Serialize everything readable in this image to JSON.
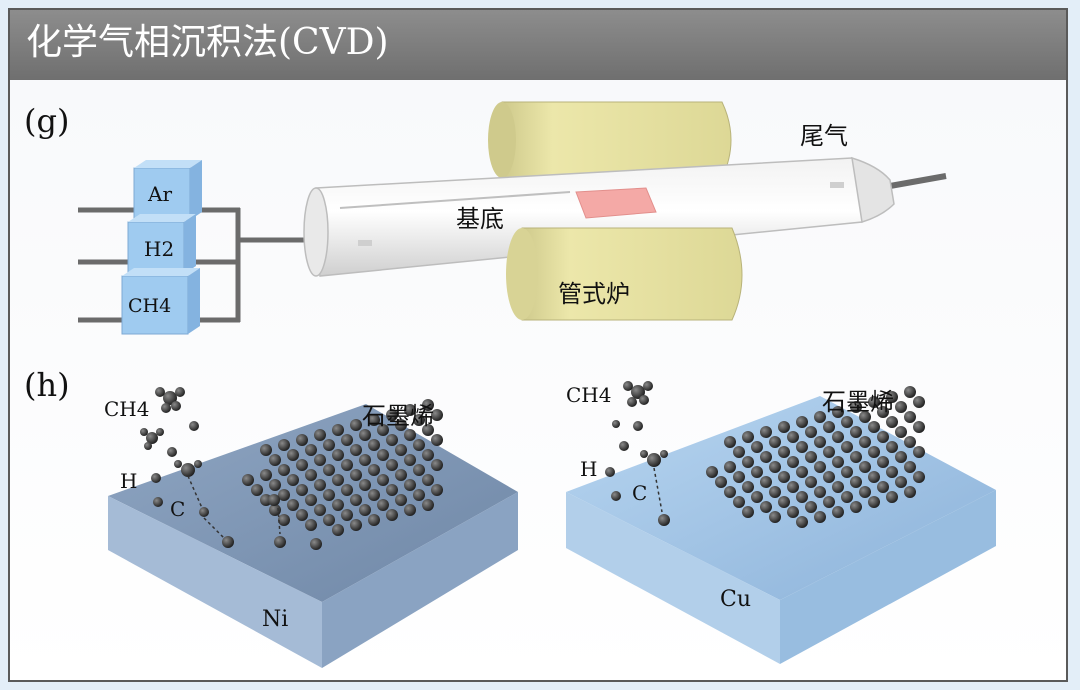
{
  "header": {
    "title": "化学气相沉积法(CVD)"
  },
  "panel_g": {
    "label": "(g)",
    "gases": [
      "Ar",
      "H2",
      "CH4"
    ],
    "substrate_label": "基底",
    "furnace_label": "管式炉",
    "exhaust_label": "尾气"
  },
  "panel_h": {
    "label": "(h)",
    "left": {
      "methane_label": "CH4",
      "h_label": "H",
      "c_label": "C",
      "graphene_label": "石墨烯",
      "metal_label": "Ni"
    },
    "right": {
      "methane_label": "CH4",
      "h_label": "H",
      "c_label": "C",
      "graphene_label": "石墨烯",
      "metal_label": "Cu"
    }
  },
  "colors": {
    "header_bg": "#7d7d7d",
    "gas_box": "#9fcbf0",
    "furnace": "#e8e3a4",
    "substrate_pink": "#f4a9a6",
    "ni_plate": "#a5bbd6",
    "cu_plate": "#b2cfea",
    "atom": "#2d2d2d"
  }
}
